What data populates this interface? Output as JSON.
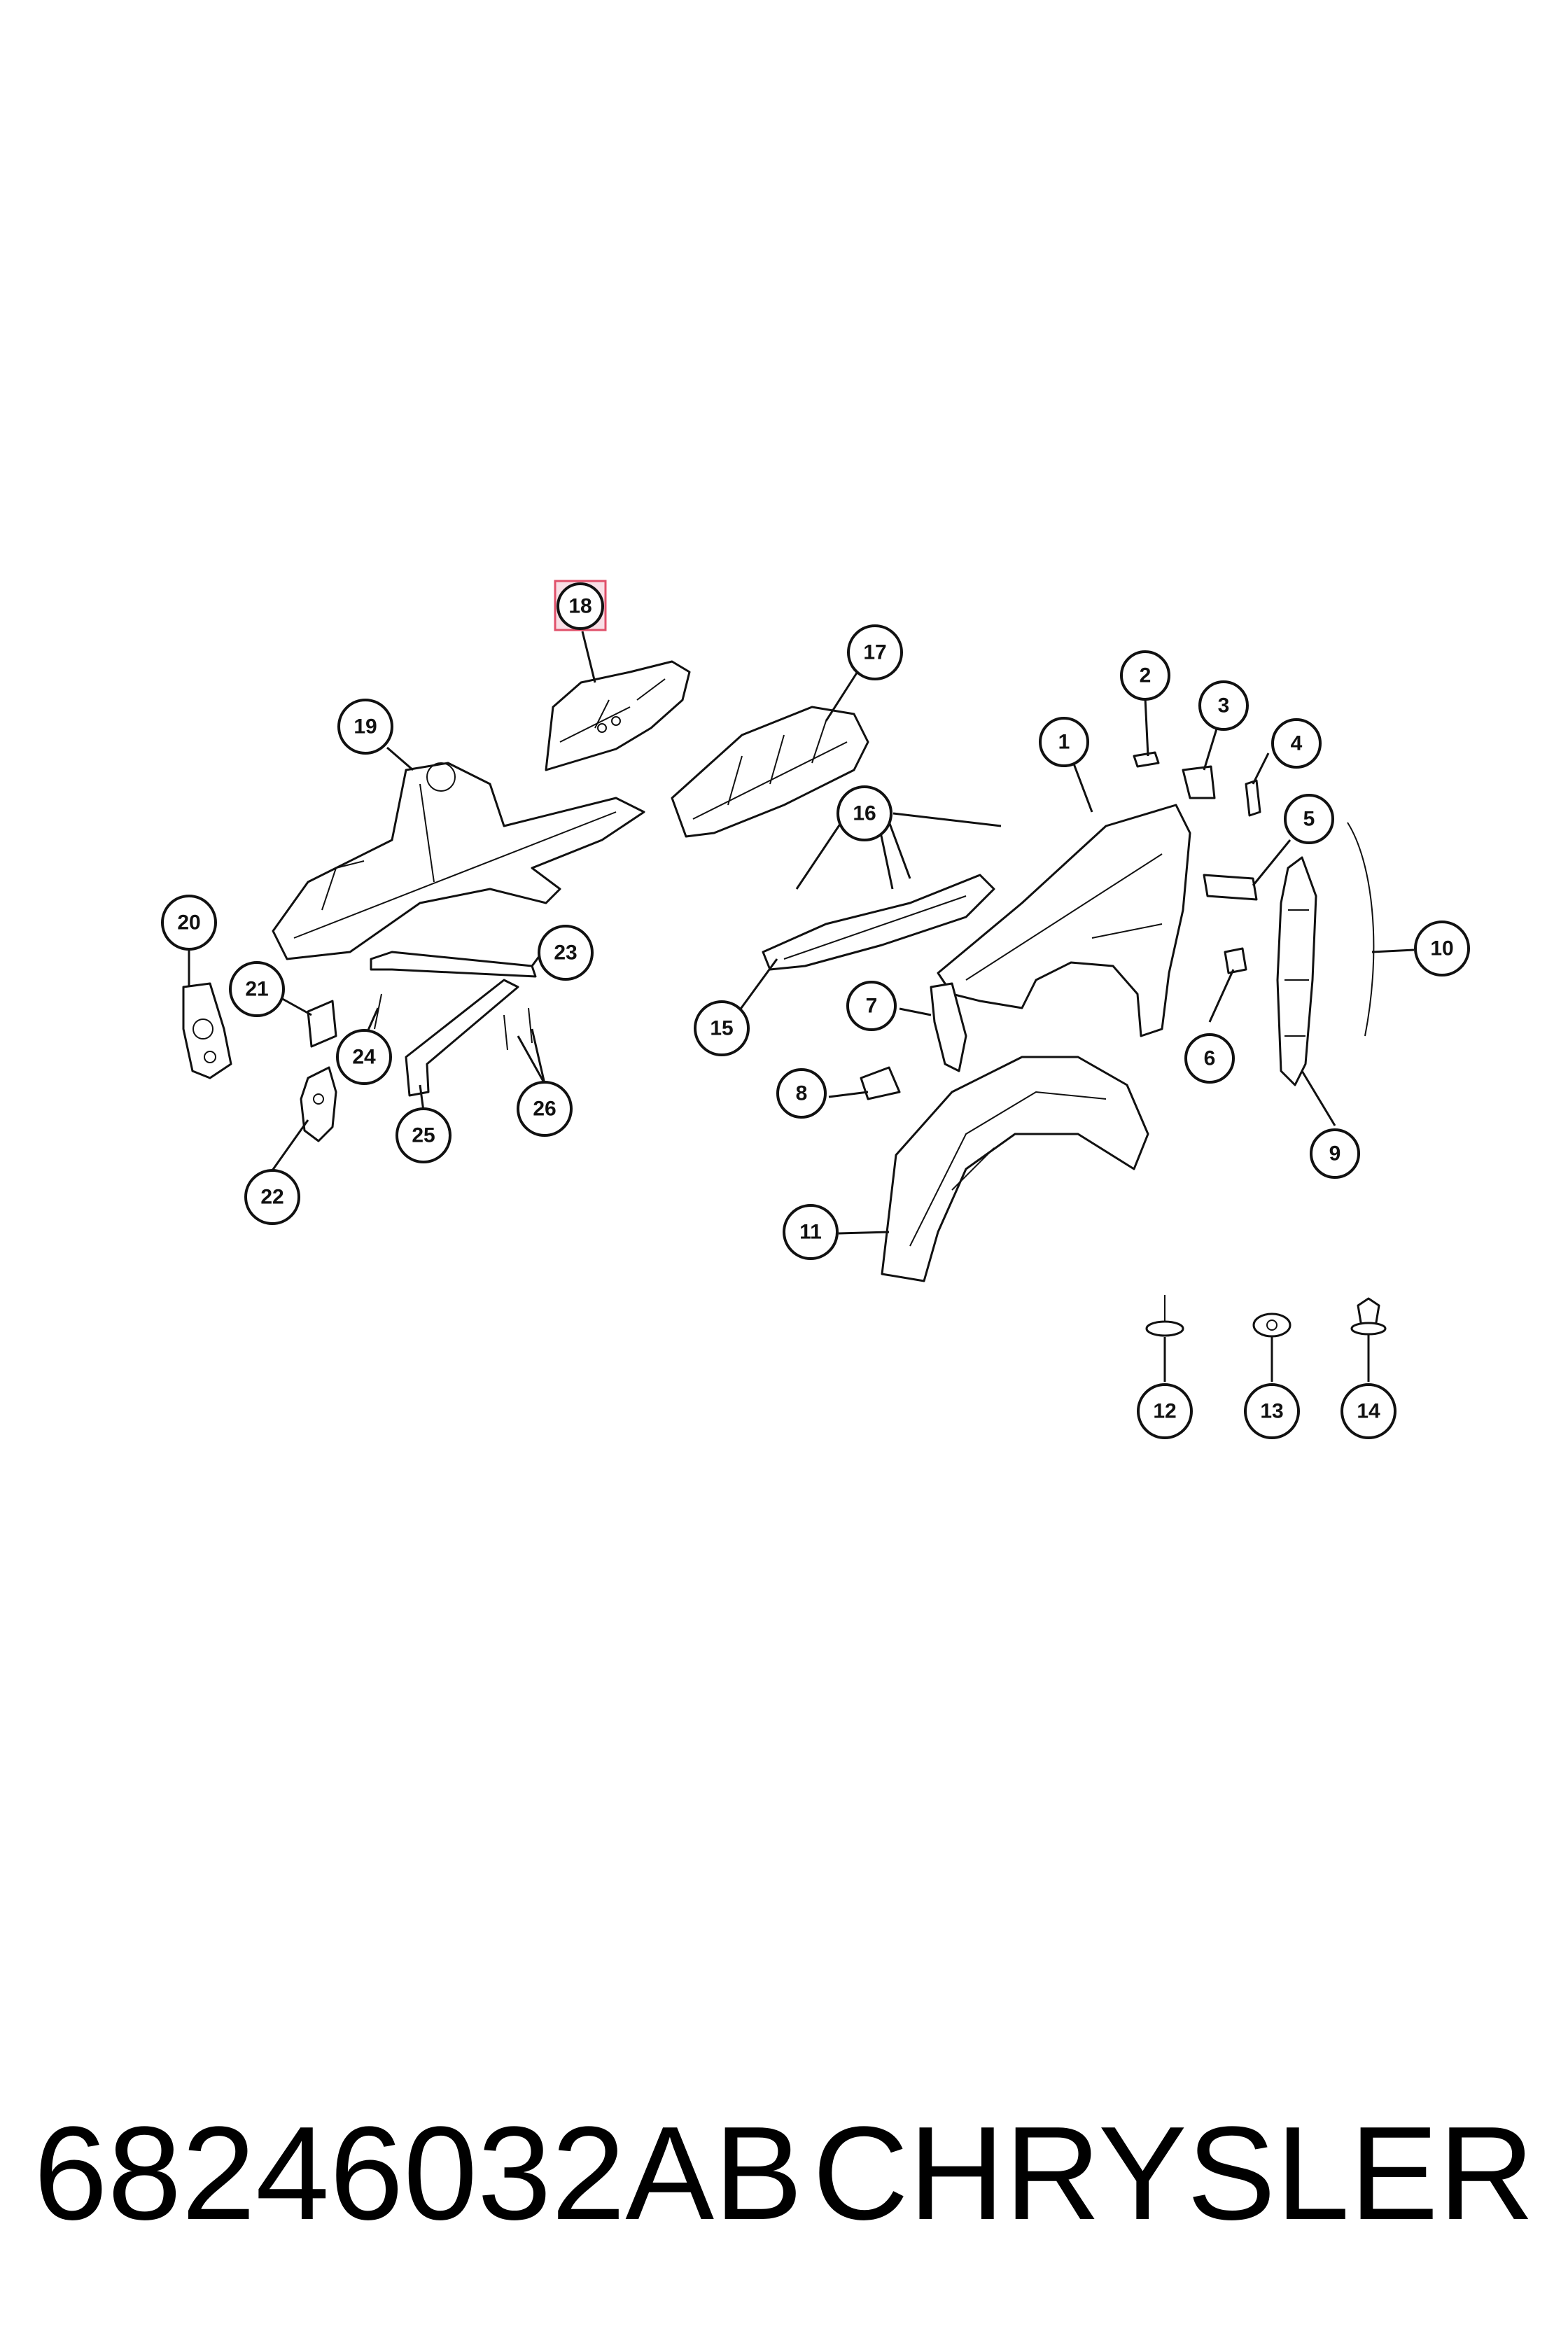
{
  "callouts": [
    {
      "id": "1",
      "label": "1"
    },
    {
      "id": "2",
      "label": "2"
    },
    {
      "id": "3",
      "label": "3"
    },
    {
      "id": "4",
      "label": "4"
    },
    {
      "id": "5",
      "label": "5"
    },
    {
      "id": "6",
      "label": "6"
    },
    {
      "id": "7",
      "label": "7"
    },
    {
      "id": "8",
      "label": "8"
    },
    {
      "id": "9",
      "label": "9"
    },
    {
      "id": "10",
      "label": "10"
    },
    {
      "id": "11",
      "label": "11"
    },
    {
      "id": "12",
      "label": "12"
    },
    {
      "id": "13",
      "label": "13"
    },
    {
      "id": "14",
      "label": "14"
    },
    {
      "id": "15",
      "label": "15"
    },
    {
      "id": "16",
      "label": "16"
    },
    {
      "id": "17",
      "label": "17"
    },
    {
      "id": "18",
      "label": "18",
      "highlighted": true
    },
    {
      "id": "19",
      "label": "19"
    },
    {
      "id": "20",
      "label": "20"
    },
    {
      "id": "21",
      "label": "21"
    },
    {
      "id": "22",
      "label": "22"
    },
    {
      "id": "23",
      "label": "23"
    },
    {
      "id": "24",
      "label": "24"
    },
    {
      "id": "25",
      "label": "25"
    },
    {
      "id": "26",
      "label": "26"
    }
  ],
  "highlight": {
    "fill": "#f9dfe6",
    "stroke": "#e0506a"
  },
  "footer": {
    "part_number": "68246032AB",
    "brand": "CHRYSLER"
  }
}
